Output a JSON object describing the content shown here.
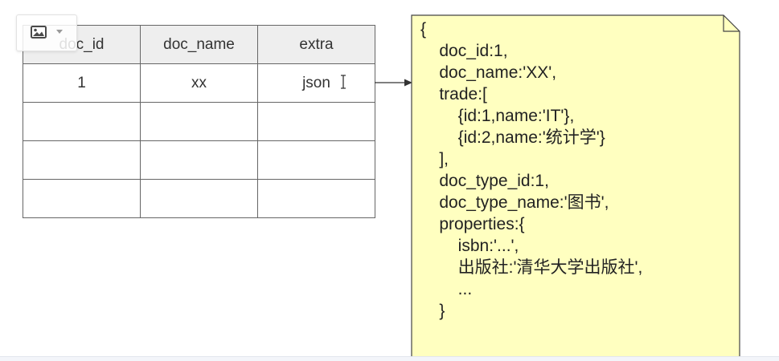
{
  "table": {
    "headers": [
      "doc_id",
      "doc_name",
      "extra"
    ],
    "rows": [
      [
        "1",
        "xx",
        "json"
      ],
      [
        "",
        "",
        ""
      ],
      [
        "",
        "",
        ""
      ],
      [
        "",
        "",
        ""
      ]
    ]
  },
  "note": {
    "lines": [
      "{",
      "    doc_id:1,",
      "    doc_name:'XX',",
      "    trade:[",
      "        {id:1,name:'IT'},",
      "        {id:2,name:'统计学'}",
      "    ],",
      "    doc_type_id:1,",
      "    doc_type_name:'图书',",
      "    properties:{",
      "        isbn:'...',",
      "        出版社:'清华大学出版社',",
      "        ...",
      "    }"
    ],
    "fill_color": "#ffffc0",
    "border_color": "#444444"
  },
  "toolbar": {
    "image_icon": "picture-icon",
    "dropdown_icon": "caret-down-icon"
  }
}
